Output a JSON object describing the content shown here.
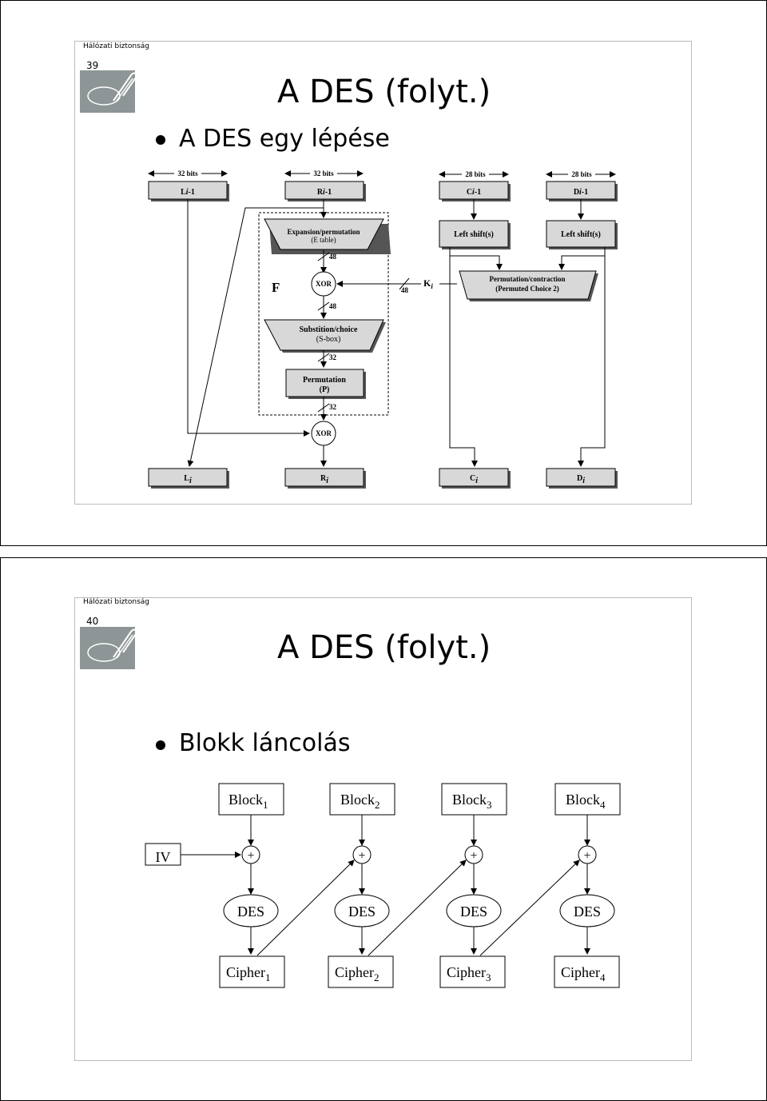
{
  "pages": [
    {
      "header": "Hálózati biztonság",
      "number": "39",
      "title": "A DES (folyt.)",
      "bullet": "A DES egy lépése",
      "diagram": {
        "bits_labels": [
          "32 bits",
          "32 bits",
          "28 bits",
          "28 bits"
        ],
        "top_boxes": [
          {
            "base": "L",
            "sub": "i",
            "tail": "-1"
          },
          {
            "base": "R",
            "sub": "i",
            "tail": "-1"
          },
          {
            "base": "C",
            "sub": "i",
            "tail": "-1"
          },
          {
            "base": "D",
            "sub": "i",
            "tail": "-1"
          }
        ],
        "expansion": [
          "Expansion/permutation",
          "(E table)"
        ],
        "left_shift": "Left shift(s)",
        "f_label": "F",
        "xor": "XOR",
        "pc2": [
          "Permutation/contraction",
          "(Permuted Choice 2)"
        ],
        "key": {
          "base": "K",
          "sub": "i"
        },
        "sbox": [
          "Substition/choice",
          "(S-box)"
        ],
        "perm": [
          "Permutation",
          "(P)"
        ],
        "width_labels": [
          "48",
          "48",
          "48",
          "32",
          "32"
        ],
        "bottom_boxes": [
          {
            "base": "L",
            "sub": "i"
          },
          {
            "base": "R",
            "sub": "i"
          },
          {
            "base": "C",
            "sub": "i"
          },
          {
            "base": "D",
            "sub": "i"
          }
        ]
      }
    },
    {
      "header": "Hálózati biztonság",
      "number": "40",
      "title": "A DES (folyt.)",
      "bullet": "Blokk láncolás",
      "chain": {
        "blocks": [
          {
            "base": "Block",
            "sub": "1"
          },
          {
            "base": "Block",
            "sub": "2"
          },
          {
            "base": "Block",
            "sub": "3"
          },
          {
            "base": "Block",
            "sub": "4"
          }
        ],
        "iv": "IV",
        "plus": "+",
        "des": "DES",
        "ciphers": [
          {
            "base": "Cipher",
            "sub": "1"
          },
          {
            "base": "Cipher",
            "sub": "2"
          },
          {
            "base": "Cipher",
            "sub": "3"
          },
          {
            "base": "Cipher",
            "sub": "4"
          }
        ]
      }
    }
  ]
}
